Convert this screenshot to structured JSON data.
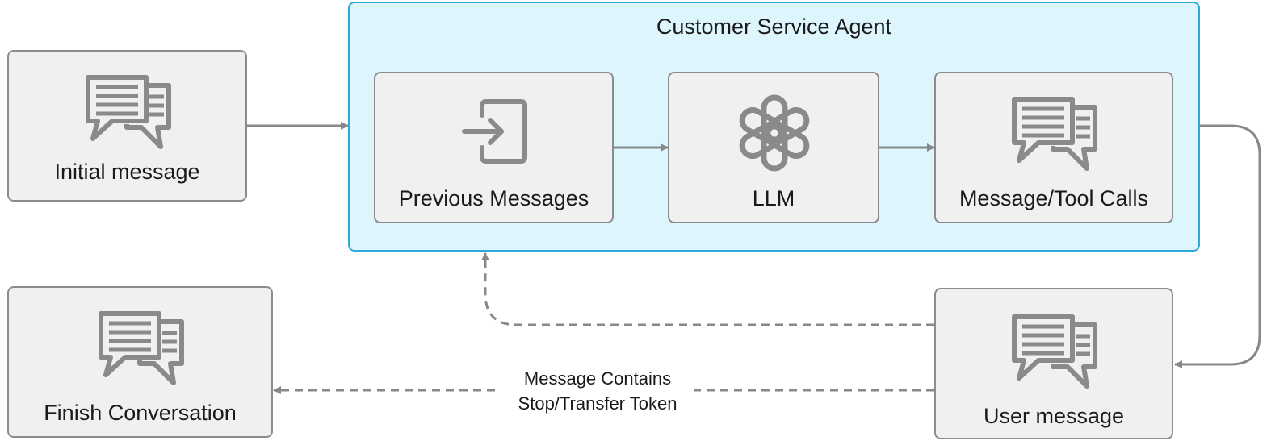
{
  "diagram": {
    "agent": {
      "title": "Customer Service Agent"
    },
    "nodes": {
      "initial_message": {
        "label": "Initial message",
        "icon": "chat-bubbles-icon"
      },
      "previous_messages": {
        "label": "Previous Messages",
        "icon": "sign-in-arrow-icon"
      },
      "llm": {
        "label": "LLM",
        "icon": "openai-logo-icon"
      },
      "message_tool_calls": {
        "label": "Message/Tool Calls",
        "icon": "chat-bubbles-icon"
      },
      "user_message": {
        "label": "User message",
        "icon": "chat-bubbles-icon"
      },
      "finish_conversation": {
        "label": "Finish Conversation",
        "icon": "chat-bubbles-icon"
      }
    },
    "edges": {
      "stop_condition": {
        "line1": "Message Contains",
        "line2": "Stop/Transfer Token"
      }
    },
    "colors": {
      "agent_fill": "#ddf6fd",
      "agent_border": "#2eaad8",
      "node_fill": "#f0f0f0",
      "node_border": "#8c8c8c",
      "icon": "#8a8a8a",
      "arrow": "#888888"
    }
  }
}
